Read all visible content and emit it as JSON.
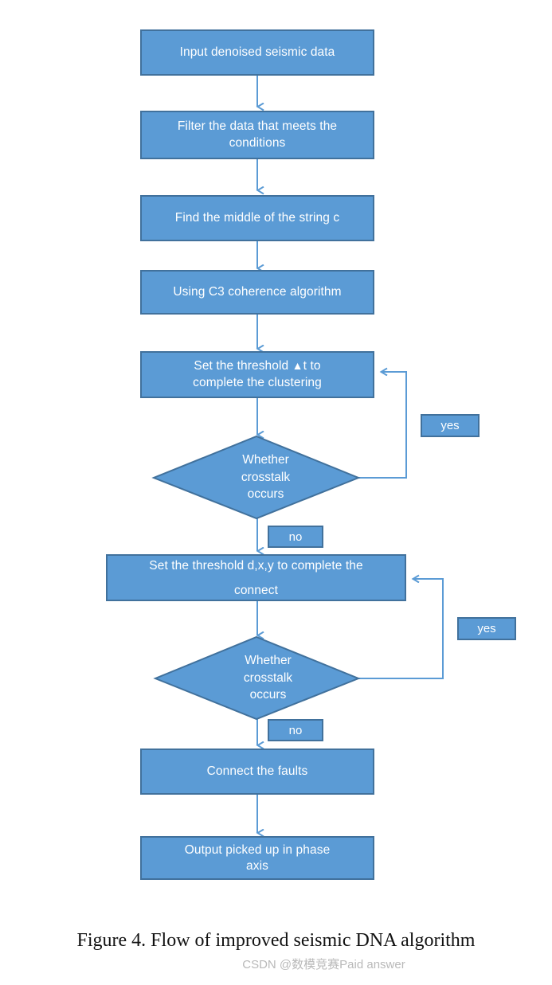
{
  "figure": {
    "caption": "Figure 4. Flow of improved seismic DNA algorithm",
    "watermark": "CSDN @数模竞赛Paid answer"
  },
  "colors": {
    "node_fill": "#5B9BD5",
    "node_border": "#41719C",
    "connector": "#5B9BD5",
    "node_text": "#FFFFFF",
    "page_background": "#FFFFFF",
    "caption_text": "#111111",
    "watermark_text": "#B9B9B9"
  },
  "chart_data": {
    "type": "diagram",
    "title": "Figure 4. Flow of improved seismic DNA algorithm",
    "nodes": [
      {
        "id": "n1",
        "shape": "process",
        "text": "Input denoised seismic data"
      },
      {
        "id": "n2",
        "shape": "process",
        "text": "Filter the data that meets the conditions"
      },
      {
        "id": "n3",
        "shape": "process",
        "text": "Find the middle of the string c"
      },
      {
        "id": "n4",
        "shape": "process",
        "text": "Using C3 coherence algorithm"
      },
      {
        "id": "n5",
        "shape": "process",
        "text": "Set the threshold ▲t to complete the clustering"
      },
      {
        "id": "d1",
        "shape": "decision",
        "text": "Whether crosstalk occurs"
      },
      {
        "id": "n6",
        "shape": "process",
        "text": "Set the threshold d,x,y to complete the connect"
      },
      {
        "id": "d2",
        "shape": "decision",
        "text": "Whether crosstalk occurs"
      },
      {
        "id": "n7",
        "shape": "process",
        "text": "Connect the faults"
      },
      {
        "id": "n8",
        "shape": "process",
        "text": "Output picked up in  phase axis"
      }
    ],
    "edges": [
      {
        "from": "n1",
        "to": "n2",
        "label": ""
      },
      {
        "from": "n2",
        "to": "n3",
        "label": ""
      },
      {
        "from": "n3",
        "to": "n4",
        "label": ""
      },
      {
        "from": "n4",
        "to": "n5",
        "label": ""
      },
      {
        "from": "n5",
        "to": "d1",
        "label": ""
      },
      {
        "from": "d1",
        "to": "n5",
        "label": "yes"
      },
      {
        "from": "d1",
        "to": "n6",
        "label": "no"
      },
      {
        "from": "n6",
        "to": "d2",
        "label": ""
      },
      {
        "from": "d2",
        "to": "n6",
        "label": "yes"
      },
      {
        "from": "d2",
        "to": "n7",
        "label": "no"
      },
      {
        "from": "n7",
        "to": "n8",
        "label": ""
      }
    ]
  },
  "nodes": {
    "n1": {
      "text": "Input denoised seismic data"
    },
    "n2": {
      "line1": "Filter the data that meets the",
      "line2": "conditions"
    },
    "n3": {
      "text": "Find the middle of the string c"
    },
    "n4": {
      "text": "Using C3 coherence algorithm"
    },
    "n5": {
      "line1_pre": "Set the threshold ",
      "line1_tri": "▲",
      "line1_post": "t to",
      "line2": "complete the clustering"
    },
    "n6": {
      "line1": "Set the threshold d,x,y to complete the",
      "line2": "connect"
    },
    "n7": {
      "text": "Connect the faults"
    },
    "n8": {
      "line1": "Output picked up in  phase",
      "line2": "axis"
    }
  },
  "decisions": {
    "d1": {
      "line1": "Whether",
      "line2": "crosstalk",
      "line3": "occurs"
    },
    "d2": {
      "line1": "Whether",
      "line2": "crosstalk",
      "line3": "occurs"
    }
  },
  "edge_labels": {
    "yes1": "yes",
    "no1": "no",
    "yes2": "yes",
    "no2": "no"
  }
}
